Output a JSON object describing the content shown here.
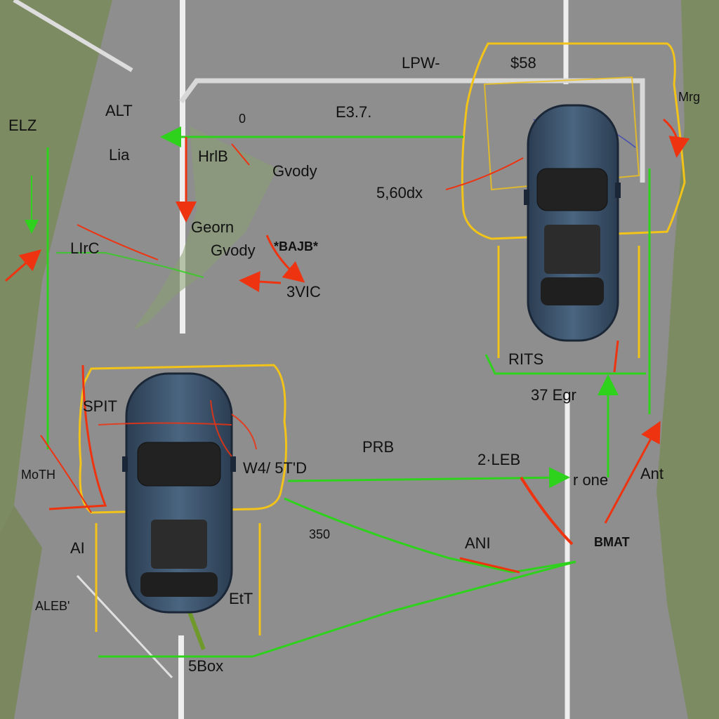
{
  "labels": {
    "elz": "ELZ",
    "alt": "ALT",
    "lia": "Lia",
    "hrlb": "HrlB",
    "lpw": "LPW-",
    "price": "$58",
    "mrg": "Mrg",
    "e37": "E3.7.",
    "zero": "0",
    "gvody_top": "Gvody",
    "dims": "5,60dx",
    "geom": "Georn",
    "gvody_mid": "Gvody",
    "bajb": "*BAJB*",
    "lirc": "LIrC",
    "bvic": "3VIC",
    "rits": "RITS",
    "egr": "37 Egr",
    "spit": "SPIT",
    "prb": "PRB",
    "leb": "2·LEB",
    "w4": "W4/ 5T'D",
    "moth": "MoTH",
    "ione": "r one",
    "ant": "Ant",
    "ani": "ANI",
    "bmat": "BMAT",
    "al": "AI",
    "aleb": "ALEB'",
    "ett": "EtT",
    "num350": "350",
    "sbox": "5Box"
  }
}
